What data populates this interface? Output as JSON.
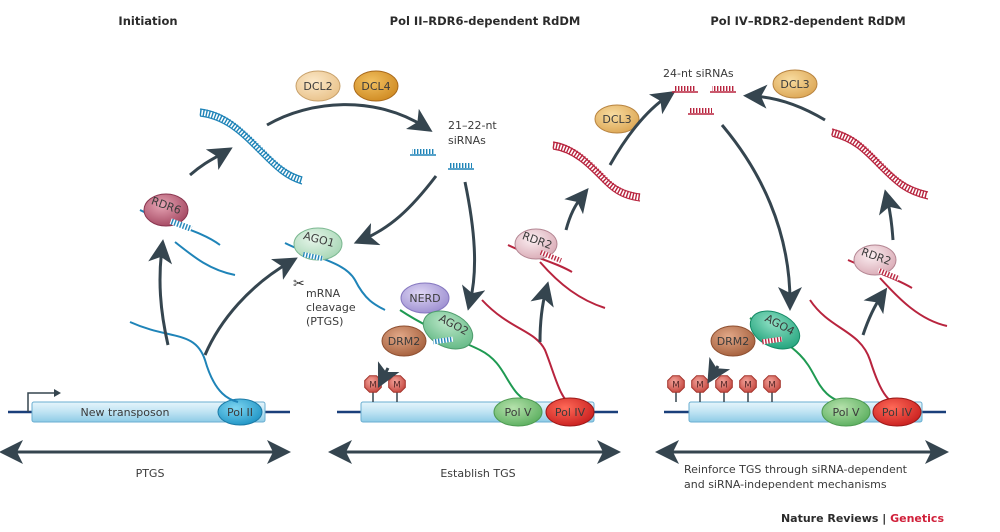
{
  "panels": [
    {
      "title": "Initiation",
      "element_label": "New transposon",
      "polymerase": "Pol II",
      "bottom_label": "PTGS",
      "enzymes": [
        "RDR6"
      ]
    },
    {
      "title": "Pol II–RDR6-dependent RdDM",
      "dicers": [
        "DCL2",
        "DCL4"
      ],
      "sirna_label_line1": "21–22-nt",
      "sirna_label_line2": "siRNAs",
      "ago1": "AGO1",
      "cleavage_line1": "mRNA",
      "cleavage_line2": "cleavage",
      "cleavage_line3": "(PTGS)",
      "nerd": "NERD",
      "ago2": "AGO2",
      "drm": "DRM2",
      "pol_v": "Pol V",
      "pol_iv": "Pol IV",
      "rdr": "RDR2",
      "dicer": "DCL3",
      "methyl_mark": "M",
      "methyl_count": 2,
      "bottom_label": "Establish TGS"
    },
    {
      "title": "Pol IV–RDR2-dependent RdDM",
      "sirna_label": "24-nt siRNAs",
      "dicer": "DCL3",
      "ago4": "AGO4",
      "drm": "DRM2",
      "rdr": "RDR2",
      "pol_v": "Pol V",
      "pol_iv": "Pol IV",
      "methyl_mark": "M",
      "methyl_count": 5,
      "bottom_label_line1": "Reinforce TGS through siRNA-dependent",
      "bottom_label_line2": "and siRNA-independent mechanisms"
    }
  ],
  "credit": {
    "journal": "Nature Reviews",
    "separator": " | ",
    "section": "Genetics"
  },
  "colors": {
    "arrow": "#35454f",
    "rna_blue": "#1f84b8",
    "rna_red": "#b8243e",
    "rna_green": "#1f9a52",
    "transposon_fill": "#bfe3f3",
    "pol2": "#2eaad6",
    "pol4": "#e0352d",
    "pol5": "#7cc47c",
    "credit_accent": "#d0203a"
  }
}
